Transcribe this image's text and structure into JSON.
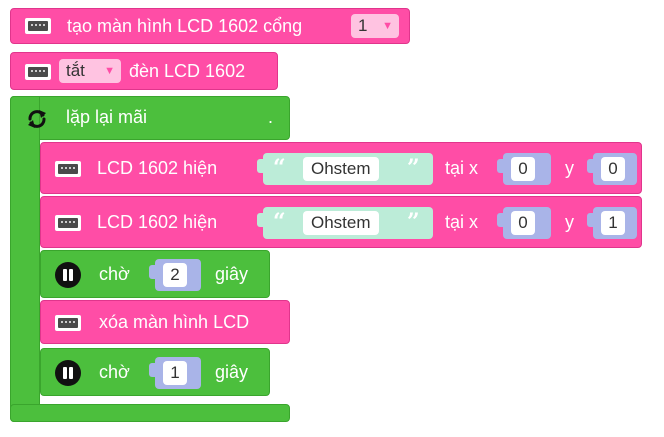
{
  "blocks": {
    "init": {
      "label": "tạo màn hình LCD 1602 cổng",
      "port": "1"
    },
    "backlight": {
      "state": "tắt",
      "label": "đèn LCD 1602"
    },
    "loop": {
      "label": "lặp lại mãi",
      "dot": "."
    },
    "show1": {
      "label": "LCD 1602 hiện",
      "text": "Ohstem",
      "at_x": "tại x",
      "x": "0",
      "y_label": "y",
      "y": "0"
    },
    "show2": {
      "label": "LCD 1602 hiện",
      "text": "Ohstem",
      "at_x": "tại x",
      "x": "0",
      "y_label": "y",
      "y": "1"
    },
    "wait1": {
      "label": "chờ",
      "value": "2",
      "unit": "giây"
    },
    "clear": {
      "label": "xóa màn hình LCD"
    },
    "wait2": {
      "label": "chờ",
      "value": "1",
      "unit": "giây"
    }
  },
  "colors": {
    "lcd_block": "#ff4da6",
    "loop_block": "#4cbf3d",
    "string_input": "#bcecd8",
    "number_input": "#a9b4e8"
  },
  "icons": {
    "lcd": "lcd-icon",
    "loop": "loop-icon",
    "pause": "pause-icon",
    "dropdown": "dropdown-arrow-icon"
  }
}
